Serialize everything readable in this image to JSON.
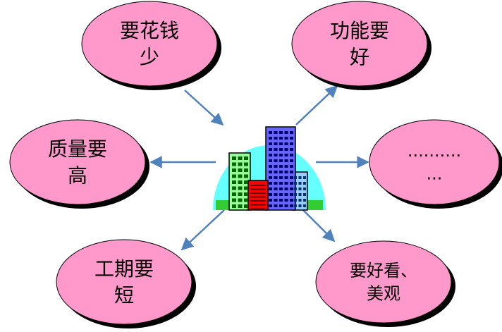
{
  "center": {
    "icon": "city-buildings-icon",
    "colors": {
      "sky": "#66ffff",
      "grass": "#33cc33",
      "tower_blue": "#6666ff",
      "tower_green": "#99ff99",
      "tower_red": "#ff0000",
      "tower_light": "#99ccff"
    }
  },
  "nodes": [
    {
      "id": "cost",
      "lines": [
        "要花钱",
        "少"
      ]
    },
    {
      "id": "function",
      "lines": [
        "功能要",
        "好"
      ]
    },
    {
      "id": "quality",
      "lines": [
        "质量要",
        "高"
      ]
    },
    {
      "id": "more",
      "lines": [
        "..........",
        "..."
      ]
    },
    {
      "id": "period",
      "lines": [
        "工期要",
        "短"
      ]
    },
    {
      "id": "look",
      "lines": [
        "要好看、",
        "美观"
      ]
    }
  ],
  "colors": {
    "bubble_fill": "#ff99cc",
    "bubble_shadow": "#000000",
    "arrow": "#4f81bd"
  }
}
